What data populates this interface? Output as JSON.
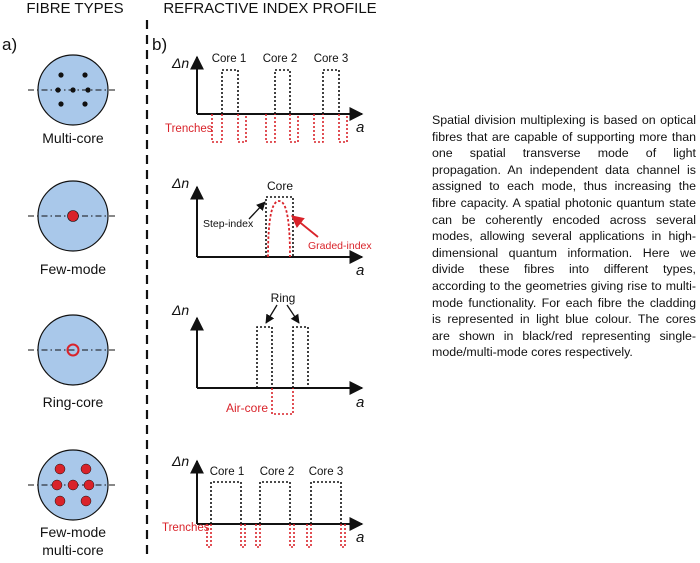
{
  "left_header": "FIBRE TYPES",
  "right_header": "REFRACTIVE INDEX PROFILE",
  "panel_a": "a)",
  "panel_b": "b)",
  "axis": {
    "y": "Δn",
    "x": "a"
  },
  "colors": {
    "cladding": "#a9c8ea",
    "core_red": "#d9232a",
    "black": "#111111",
    "red_text": "#d9232a"
  },
  "fibres": [
    {
      "name": "Multi-core"
    },
    {
      "name": "Few-mode"
    },
    {
      "name": "Ring-core"
    },
    {
      "name_line1": "Few-mode",
      "name_line2": "multi-core"
    }
  ],
  "profiles": {
    "multicore": {
      "cores": [
        "Core 1",
        "Core 2",
        "Core 3"
      ],
      "trenches": "Trenches"
    },
    "fewmode": {
      "core": "Core",
      "step": "Step-index",
      "graded": "Graded-index"
    },
    "ring": {
      "ring": "Ring",
      "aircore": "Air-core"
    },
    "fmmc": {
      "cores": [
        "Core 1",
        "Core 2",
        "Core 3"
      ],
      "trenches": "Trenches"
    }
  },
  "caption": "Spatial division multiplexing is based on optical fibres that are capable of supporting more than one spatial transverse mode of light propagation. An independent data channel is assigned to each mode, thus increasing the fibre capacity. A spatial photonic quantum state can be coherently encoded across several modes, allowing several applications in high-dimensional quantum information. Here we divide these fibres into different types, according to the geometries giving rise to multi-mode functionality. For each fibre the cladding is represented in light blue colour. The cores are shown in black/red representing single-mode/multi-mode cores respectively."
}
